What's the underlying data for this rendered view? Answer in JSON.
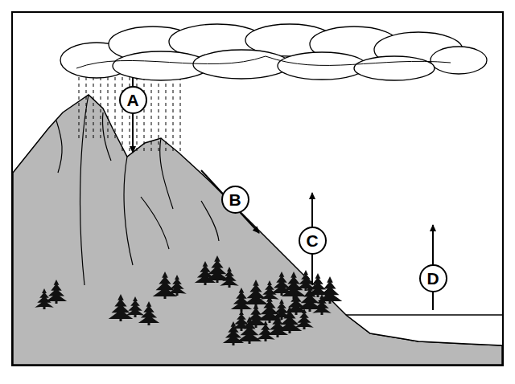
{
  "diagram": {
    "nodes": [
      {
        "text": [
          "A"
        ]
      },
      {
        "text": [
          "B"
        ]
      },
      {
        "text": [
          "C"
        ]
      },
      {
        "text": [
          "D"
        ]
      }
    ]
  }
}
